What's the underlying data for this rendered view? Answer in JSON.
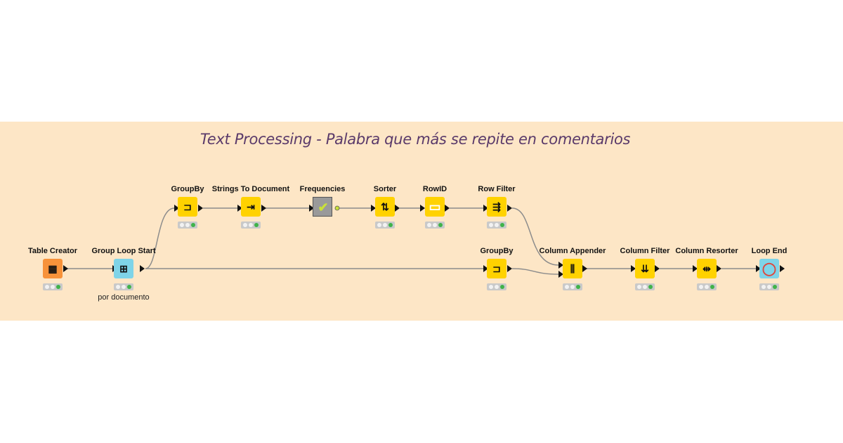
{
  "workflow": {
    "title": "Text Processing - Palabra que más se repite en comentarios",
    "background_color": "#fde6c6",
    "nodes": [
      {
        "id": "table-creator",
        "label": "Table Creator",
        "color": "orange",
        "icon": "table-plus-icon",
        "glyph": "▦"
      },
      {
        "id": "group-loop-start",
        "label": "Group Loop Start",
        "color": "cyan",
        "icon": "loop-start-icon",
        "glyph": "⊞",
        "annotation": "por documento"
      },
      {
        "id": "groupby-top",
        "label": "GroupBy",
        "color": "yellow",
        "icon": "groupby-icon",
        "glyph": "⊐"
      },
      {
        "id": "strings-to-document",
        "label": "Strings To Document",
        "color": "yellow",
        "icon": "document-icon",
        "glyph": "⇥"
      },
      {
        "id": "frequencies",
        "label": "Frequencies",
        "color": "gray",
        "icon": "check-icon",
        "glyph": "✔"
      },
      {
        "id": "sorter",
        "label": "Sorter",
        "color": "yellow",
        "icon": "sort-icon",
        "glyph": "⇅"
      },
      {
        "id": "rowid",
        "label": "RowID",
        "color": "yellow",
        "icon": "rowid-icon",
        "glyph": "▭"
      },
      {
        "id": "row-filter",
        "label": "Row Filter",
        "color": "yellow",
        "icon": "row-filter-icon",
        "glyph": "⇶"
      },
      {
        "id": "groupby-bottom",
        "label": "GroupBy",
        "color": "yellow",
        "icon": "groupby-icon",
        "glyph": "⊐"
      },
      {
        "id": "column-appender",
        "label": "Column Appender",
        "color": "yellow",
        "icon": "column-append-icon",
        "glyph": "⫼"
      },
      {
        "id": "column-filter",
        "label": "Column Filter",
        "color": "yellow",
        "icon": "column-filter-icon",
        "glyph": "⇊"
      },
      {
        "id": "column-resorter",
        "label": "Column Resorter",
        "color": "yellow",
        "icon": "column-resort-icon",
        "glyph": "⇹"
      },
      {
        "id": "loop-end",
        "label": "Loop End",
        "color": "cyan",
        "icon": "loop-end-icon",
        "glyph": "◯"
      }
    ]
  }
}
